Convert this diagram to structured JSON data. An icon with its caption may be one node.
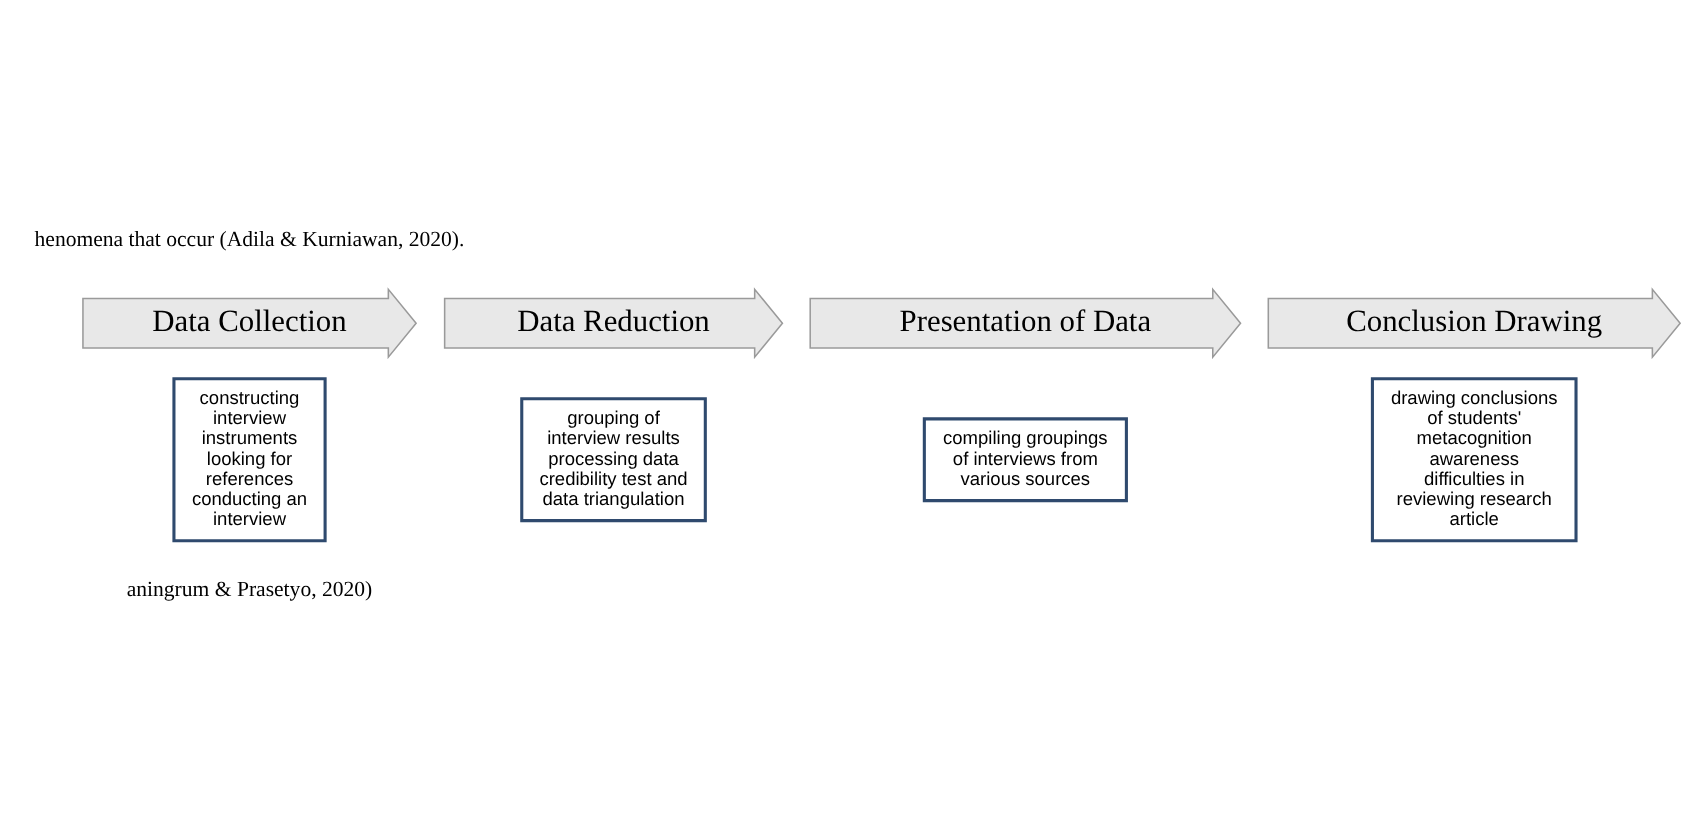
{
  "diagram": {
    "nodes": [
      {
        "text": [
          "Data Collection"
        ]
      },
      {
        "text": [
          "constructing interview instruments",
          "looking for references",
          "conducting an interview"
        ]
      },
      {
        "text": [
          "Data Reduction"
        ]
      },
      {
        "text": [
          "grouping of interview results",
          "processing data",
          "credibility test and data triangulation"
        ]
      },
      {
        "text": [
          "Presentation of Data"
        ]
      },
      {
        "text": [
          "compiling groupings of interviews from various sources"
        ]
      },
      {
        "text": [
          "Conclusion Drawing"
        ]
      },
      {
        "text": [
          "drawing conclusions of students' metacognition awareness difficulties in reviewing research article"
        ]
      }
    ],
    "edges": [],
    "labels": [
      "henomena that occur (Adila & Kurniawan, 2020).",
      "aningrum & Prasetyo, 2020)"
    ]
  }
}
